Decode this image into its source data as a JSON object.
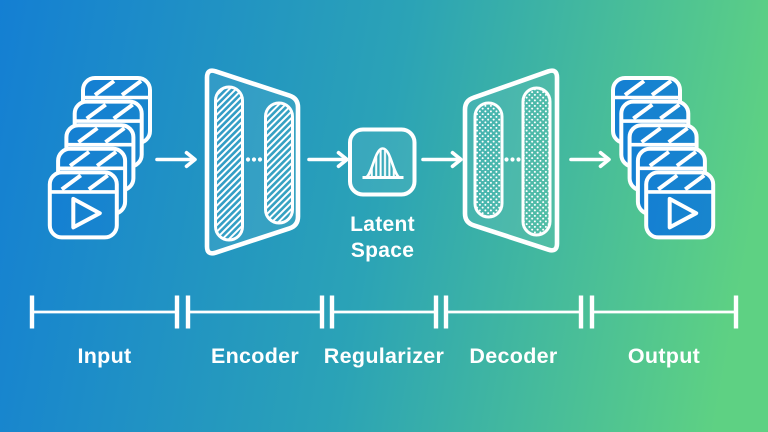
{
  "background": {
    "gradient": {
      "left": "#147fd3",
      "middle": "#2ba3b6",
      "right": "#5ed183",
      "direction": "left-to-right"
    }
  },
  "line_color": "#ffffff",
  "pipeline": {
    "input_stack": {
      "icon": "video-clip-stack-icon",
      "clip_count": 5
    },
    "arrows": {
      "icon": "right-arrow-icon",
      "count": 4
    },
    "encoder": {
      "icon": "encoder-funnel-icon",
      "layer_texture": "diagonal-hatch",
      "ellipsis_dots": 3
    },
    "latent": {
      "icon": "gaussian-bell-icon",
      "label_line1": "Latent",
      "label_line2": "Space"
    },
    "decoder": {
      "icon": "decoder-funnel-icon",
      "layer_texture": "dot-grid",
      "ellipsis_dots": 3
    },
    "output_stack": {
      "icon": "video-clip-stack-icon",
      "clip_count": 5
    }
  },
  "ruler": {
    "segments": [
      {
        "label": "Input"
      },
      {
        "label": "Encoder"
      },
      {
        "label": "Regularizer"
      },
      {
        "label": "Decoder"
      },
      {
        "label": "Output"
      }
    ]
  }
}
